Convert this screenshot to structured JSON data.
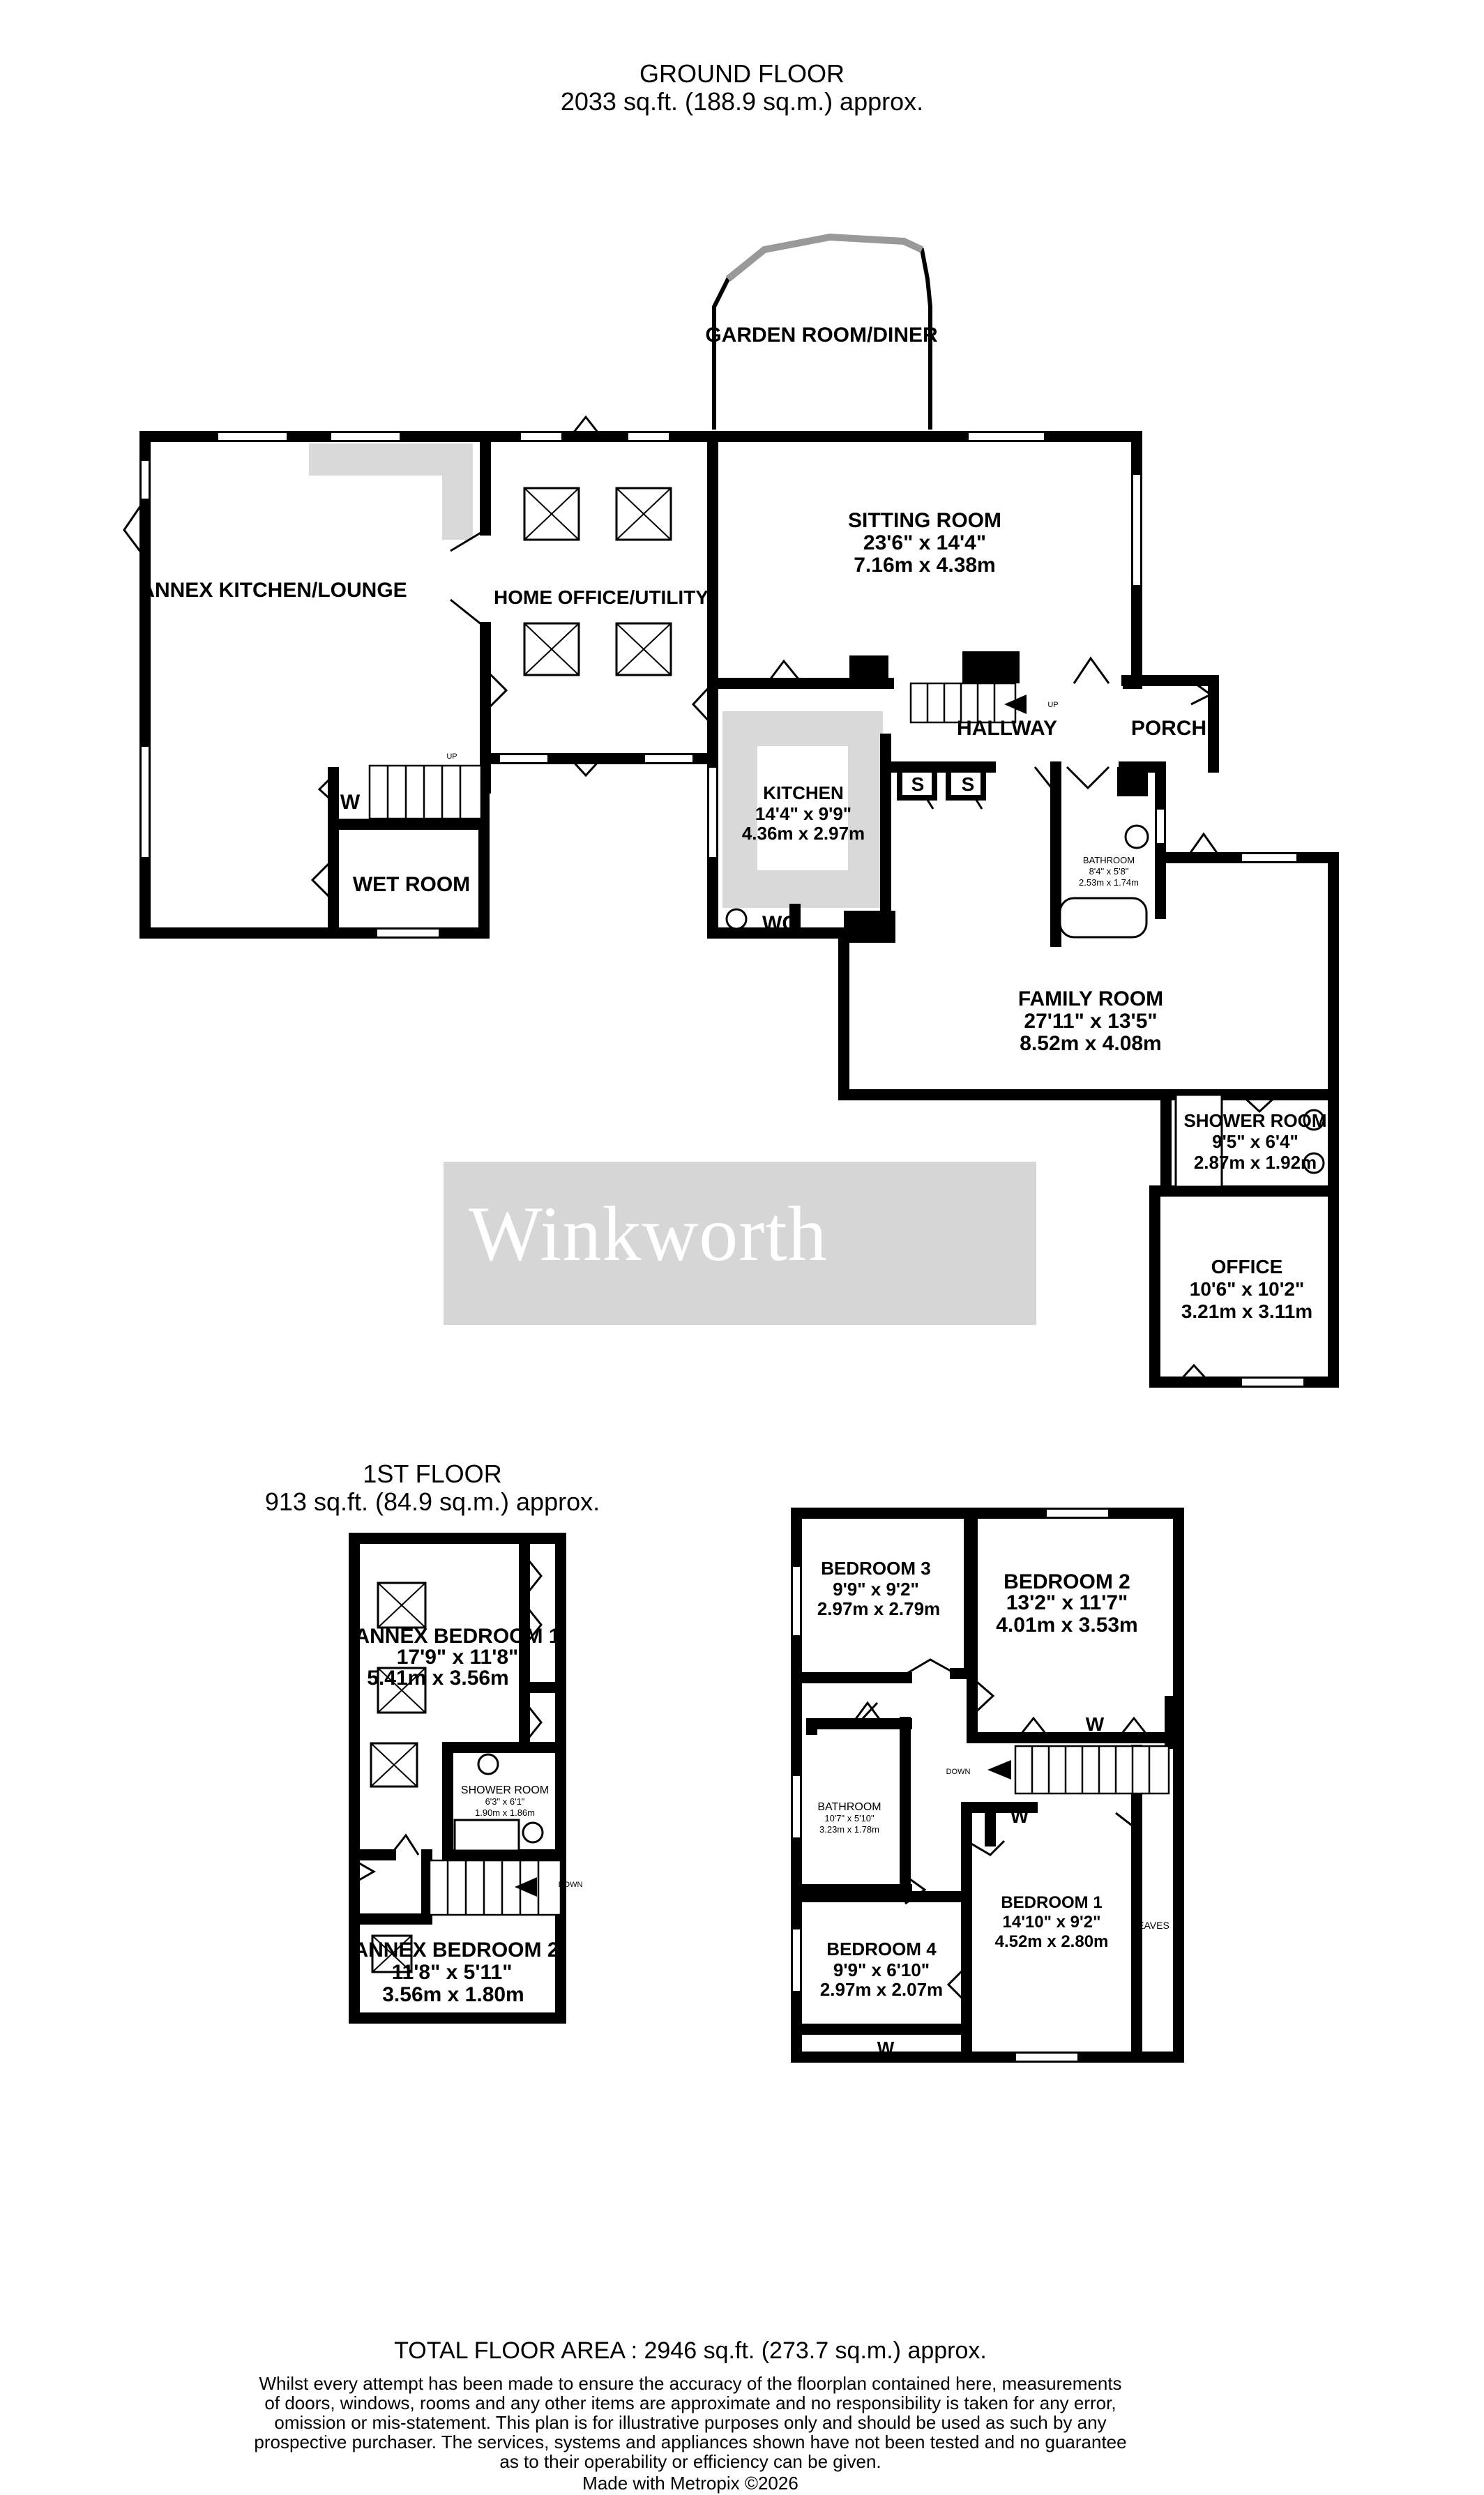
{
  "ground_floor": {
    "title": "GROUND FLOOR",
    "area": "2033 sq.ft. (188.9 sq.m.) approx.",
    "rooms": [
      {
        "name": "GARDEN ROOM/DINER"
      },
      {
        "name": "SITTING ROOM",
        "imperial": "23'6\"  x 14'4\"",
        "metric": "7.16m  x 4.38m"
      },
      {
        "name": "ANNEX KITCHEN/LOUNGE"
      },
      {
        "name": "HOME OFFICE/UTILITY"
      },
      {
        "name": "HALLWAY"
      },
      {
        "name": "PORCH"
      },
      {
        "name": "KITCHEN",
        "imperial": "14'4\"  x 9'9\"",
        "metric": "4.36m  x 2.97m"
      },
      {
        "name": "BATHROOM",
        "imperial": "8'4\"  x 5'8\"",
        "metric": "2.53m  x 1.74m"
      },
      {
        "name": "WET ROOM"
      },
      {
        "name": "WC"
      },
      {
        "name": "FAMILY ROOM",
        "imperial": "27'11\"  x 13'5\"",
        "metric": "8.52m  x 4.08m"
      },
      {
        "name": "SHOWER ROOM",
        "imperial": "9'5\"  x 6'4\"",
        "metric": "2.87m  x 1.92m"
      },
      {
        "name": "OFFICE",
        "imperial": "10'6\"  x 10'2\"",
        "metric": "3.21m  x 3.11m"
      }
    ],
    "marks": {
      "w": "W",
      "s1": "S",
      "s2": "S",
      "up1": "UP",
      "up2": "UP"
    }
  },
  "first_floor": {
    "title": "1ST FLOOR",
    "area": "913 sq.ft. (84.9 sq.m.) approx.",
    "rooms": [
      {
        "name": "ANNEX BEDROOM 1",
        "imperial": "17'9\"  x 11'8\"",
        "metric": "5.41m  x 3.56m"
      },
      {
        "name": "SHOWER ROOM",
        "imperial": "6'3\"  x 6'1\"",
        "metric": "1.90m  x 1.86m"
      },
      {
        "name": "ANNEX BEDROOM 2",
        "imperial": "11'8\"  x 5'11\"",
        "metric": "3.56m  x 1.80m"
      },
      {
        "name": "BEDROOM 3",
        "imperial": "9'9\"  x 9'2\"",
        "metric": "2.97m  x 2.79m"
      },
      {
        "name": "BEDROOM 2",
        "imperial": "13'2\"  x 11'7\"",
        "metric": "4.01m  x 3.53m"
      },
      {
        "name": "BATHROOM",
        "imperial": "10'7\"  x 5'10\"",
        "metric": "3.23m  x 1.78m"
      },
      {
        "name": "BEDROOM 1",
        "imperial": "14'10\"  x 9'2\"",
        "metric": "4.52m  x 2.80m"
      },
      {
        "name": "BEDROOM 4",
        "imperial": "9'9\"  x 6'10\"",
        "metric": "2.97m  x 2.07m"
      }
    ],
    "marks": {
      "down1": "DOWN",
      "down2": "DOWN",
      "eaves": "EAVES",
      "w1": "W",
      "w2": "W",
      "w3": "W"
    }
  },
  "watermark": "Winkworth",
  "footer": {
    "total": "TOTAL FLOOR AREA : 2946 sq.ft. (273.7 sq.m.) approx.",
    "disclaimer": [
      "Whilst every attempt has been made to ensure the accuracy of the floorplan contained here, measurements",
      "of doors, windows, rooms and any other items are approximate and no responsibility is taken for any error,",
      "omission or mis-statement. This plan is for illustrative purposes only and should be used as such by any",
      "prospective purchaser. The services, systems and appliances shown have not been tested and no guarantee",
      "as to their operability or efficiency can be given."
    ],
    "credit": "Made with Metropix ©2026"
  }
}
